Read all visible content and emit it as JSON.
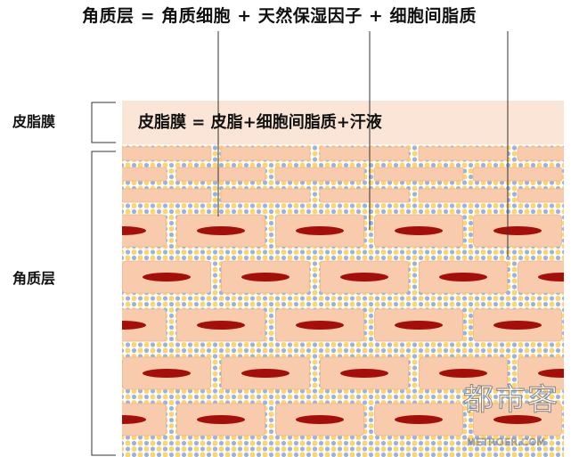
{
  "title": "角质层 = 角质细胞 + 天然保湿因子 + 细胞间脂质",
  "membrane_formula": "皮脂膜 = 皮脂+细胞间脂质+汗液",
  "labels": {
    "sebum_membrane": "皮脂膜",
    "stratum_corneum": "角质层"
  },
  "watermark": {
    "cn": "都市客",
    "en": "METROER.COM"
  },
  "colors": {
    "cell": "#f8cbad",
    "cell_border": "#f0b38c",
    "nucleus": "#a50f0a",
    "membrane": "#fbe5d6",
    "dot_yellow": "#fdd66a",
    "dot_blue": "#9db1e0"
  }
}
